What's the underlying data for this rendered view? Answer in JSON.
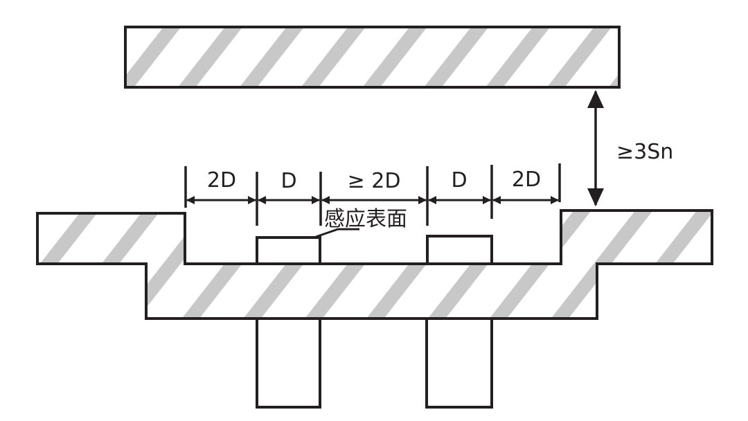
{
  "diagram": {
    "type": "mounting-clearance",
    "colors": {
      "stroke": "#231f20",
      "hatch": "#c8c8c8",
      "background": "#ffffff"
    },
    "dimensions": {
      "left_margin": "2D",
      "sensor_left_width": "D",
      "sensor_gap": "≥ 2D",
      "sensor_right_width": "D",
      "right_margin": "2D"
    },
    "vertical_clearance": "≥3Sn",
    "sensing_surface_label": "感应表面"
  }
}
